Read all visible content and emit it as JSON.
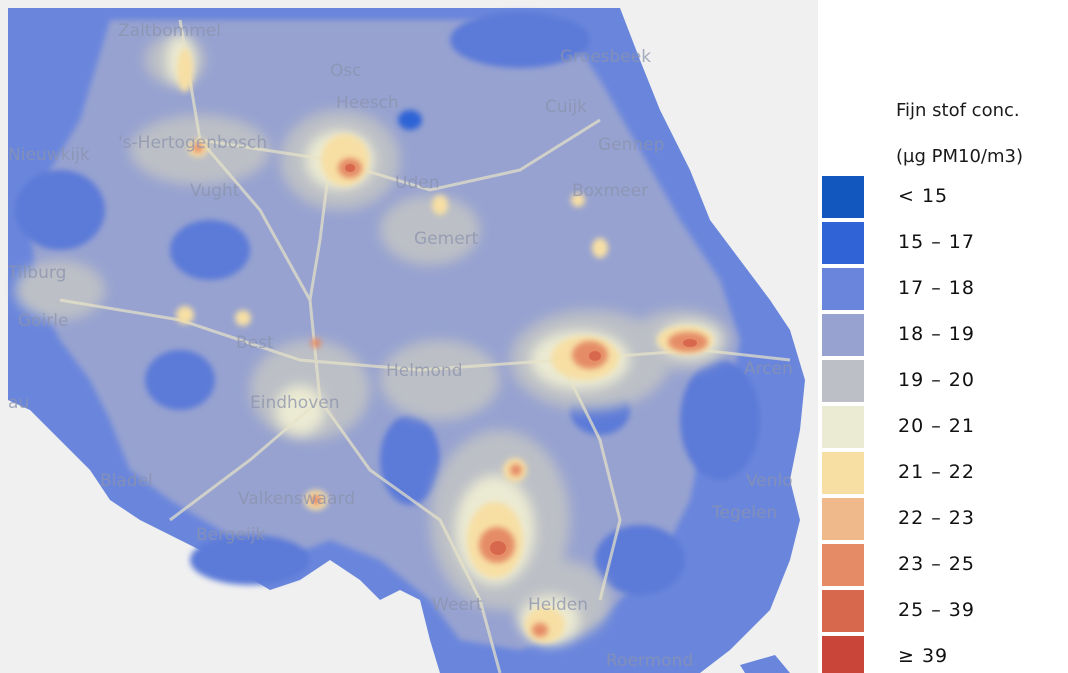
{
  "map": {
    "places": [
      "Zaltbommel",
      "Osc",
      "Groesbeek",
      "Heesch",
      "Cuijk",
      "'s-Hertogenbosch",
      "Gennep",
      "Nieuwkijk",
      "Vught",
      "Uden",
      "Boxmeer",
      "Gemert",
      "Tilburg",
      "Goirle",
      "Best",
      "Helmond",
      "Arcen",
      "Eindhoven",
      "au",
      "Venlo",
      "Bladel",
      "Valkenswaard",
      "Tegelen",
      "Bergeijk",
      "Weert",
      "Helden",
      "Roermond"
    ]
  },
  "legend": {
    "title_line1": "Fijn stof conc.",
    "title_line2": "(µg PM10/m3)",
    "items": [
      {
        "label": "< 15",
        "color": "#1257bd"
      },
      {
        "label": "15 – 17",
        "color": "#2f63d6"
      },
      {
        "label": "17 – 18",
        "color": "#6a86dc"
      },
      {
        "label": "18 – 19",
        "color": "#97a2d0"
      },
      {
        "label": "19 – 20",
        "color": "#bcbfc6"
      },
      {
        "label": "20 – 21",
        "color": "#ebead2"
      },
      {
        "label": "21 – 22",
        "color": "#f7dfa4"
      },
      {
        "label": "22 – 23",
        "color": "#f0b98c"
      },
      {
        "label": "23 – 25",
        "color": "#e58c66"
      },
      {
        "label": "25 – 39",
        "color": "#d8684d"
      },
      {
        "label": "≥ 39",
        "color": "#c9453a"
      }
    ]
  }
}
